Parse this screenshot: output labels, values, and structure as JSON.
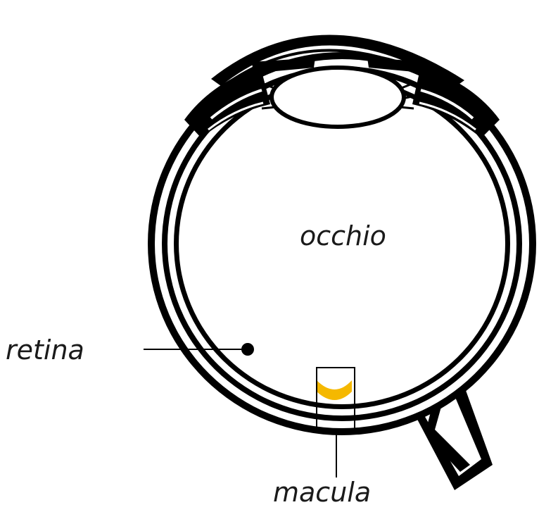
{
  "labels": {
    "eye": "occhio",
    "retina": "retina",
    "macula": "macula"
  },
  "colors": {
    "outline": "#000000",
    "fill": "#ffffff",
    "macula_highlight": "#F5B800"
  }
}
